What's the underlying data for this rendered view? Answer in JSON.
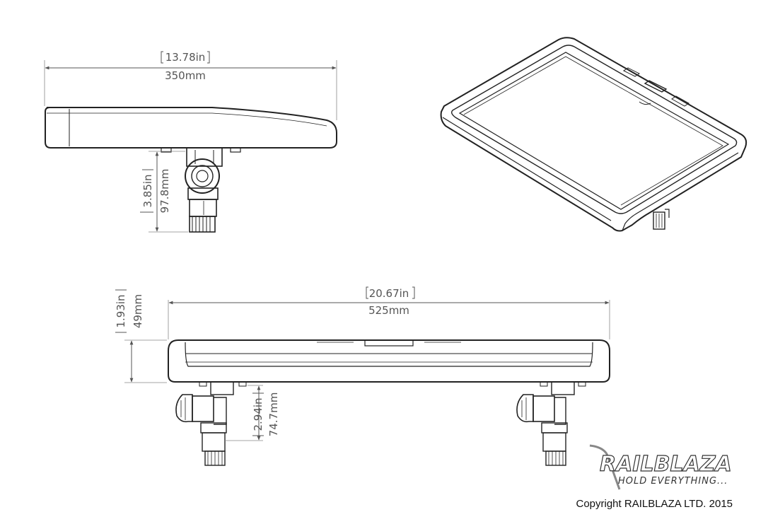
{
  "side_view": {
    "width_in": "13.78in",
    "width_mm": "350mm",
    "height_in": "3.85in",
    "height_mm": "97.8mm"
  },
  "front_view": {
    "width_in": "20.67in",
    "width_mm": "525mm",
    "tray_height_in": "1.93in",
    "tray_height_mm": "49mm",
    "mount_height_in": "2.94in",
    "mount_height_mm": "74.7mm"
  },
  "logo": {
    "brand": "RAILBLAZA",
    "tagline": "HOLD EVERYTHING..."
  },
  "copyright": "Copyright RAILBLAZA LTD. 2015"
}
